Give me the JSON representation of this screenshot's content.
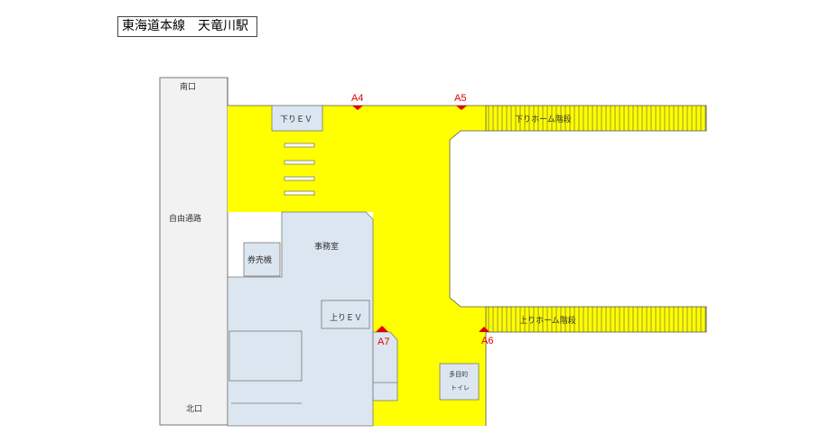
{
  "title": "東海道本線　天竜川駅",
  "labels": {
    "south_exit": "南口",
    "north_exit": "北口",
    "free_passage": "自由通路",
    "down_ev": "下りＥＶ",
    "up_ev": "上りＥＶ",
    "ticket_machine": "券売機",
    "office": "事務室",
    "down_platform_stairs": "下りホーム階段",
    "up_platform_stairs": "上りホーム階段",
    "multipurpose_toilet_1": "多目的",
    "multipurpose_toilet_2": "トイレ"
  },
  "exits": {
    "a4": "A4",
    "a5": "A5",
    "a6": "A6",
    "a7": "A7"
  },
  "colors": {
    "concourse": "#ffff00",
    "rooms": "#dce6f1",
    "passage": "#f2f2f2",
    "marker": "#e00000"
  }
}
